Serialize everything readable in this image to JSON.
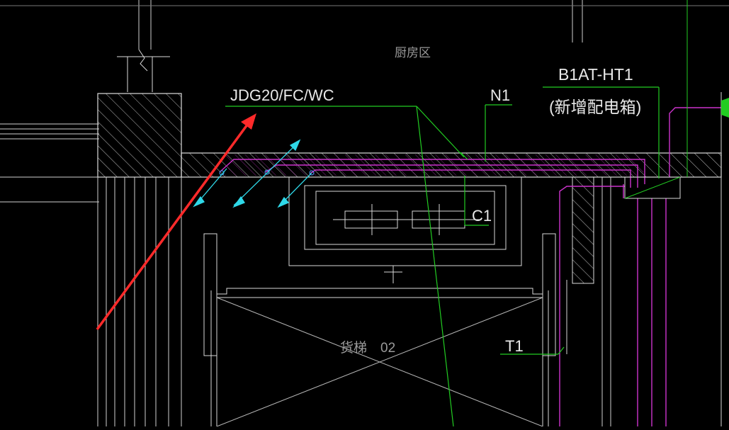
{
  "drawing": {
    "background": "#000000",
    "colors": {
      "lines": "#d9d9d9",
      "green": "#22cc22",
      "magenta": "#cc33cc",
      "cyan": "#2fd8e8",
      "red": "#ff2a2a",
      "room_text": "#9a9a9a"
    },
    "labels": {
      "kitchen_area": "厨房区",
      "conduit": "JDG20/FC/WC",
      "n1": "N1",
      "panel_code": "B1AT-HT1",
      "panel_note": "(新增配电箱)",
      "c1": "C1",
      "t1": "T1",
      "elevator": "货梯　02"
    },
    "icons": [
      "red-arrow-icon",
      "cyan-arrow-icon",
      "break-mark-icon",
      "green-device-icon"
    ]
  }
}
